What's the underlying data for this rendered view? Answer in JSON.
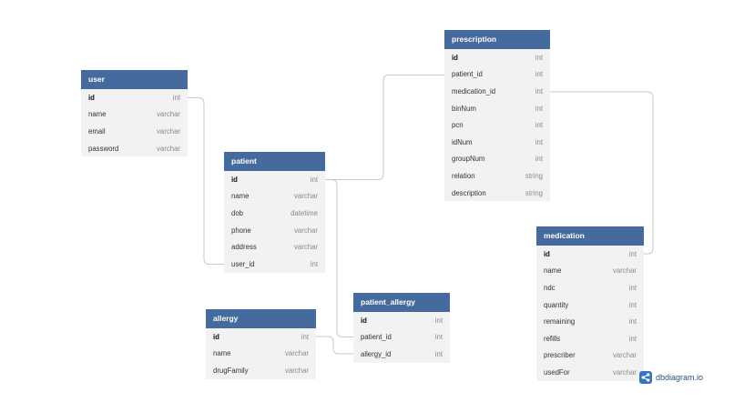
{
  "brand": {
    "text": "dbdiagram.io",
    "icon": "share-nodes-icon",
    "color": "#3a73c4"
  },
  "colors": {
    "header": "#456a9d",
    "body": "#f2f2f2",
    "line": "#c8c8c8"
  },
  "tables": [
    {
      "key": "user",
      "name": "user",
      "fields": [
        {
          "name": "id",
          "type": "int",
          "pk": true
        },
        {
          "name": "name",
          "type": "varchar"
        },
        {
          "name": "email",
          "type": "varchar"
        },
        {
          "name": "password",
          "type": "varchar"
        }
      ]
    },
    {
      "key": "patient",
      "name": "patient",
      "fields": [
        {
          "name": "id",
          "type": "int",
          "pk": true
        },
        {
          "name": "name",
          "type": "varchar"
        },
        {
          "name": "dob",
          "type": "datetime"
        },
        {
          "name": "phone",
          "type": "varchar"
        },
        {
          "name": "address",
          "type": "varchar"
        },
        {
          "name": "user_id",
          "type": "int"
        }
      ]
    },
    {
      "key": "prescription",
      "name": "prescription",
      "fields": [
        {
          "name": "id",
          "type": "int",
          "pk": true
        },
        {
          "name": "patient_id",
          "type": "int"
        },
        {
          "name": "medication_id",
          "type": "int"
        },
        {
          "name": "binNum",
          "type": "int"
        },
        {
          "name": "pcn",
          "type": "int"
        },
        {
          "name": "idNum",
          "type": "int"
        },
        {
          "name": "groupNum",
          "type": "int"
        },
        {
          "name": "relation",
          "type": "string"
        },
        {
          "name": "description",
          "type": "string"
        }
      ]
    },
    {
      "key": "medication",
      "name": "medication",
      "fields": [
        {
          "name": "id",
          "type": "int",
          "pk": true
        },
        {
          "name": "name",
          "type": "varchar"
        },
        {
          "name": "ndc",
          "type": "int"
        },
        {
          "name": "quantity",
          "type": "int"
        },
        {
          "name": "remaining",
          "type": "int"
        },
        {
          "name": "refills",
          "type": "int"
        },
        {
          "name": "prescriber",
          "type": "varchar"
        },
        {
          "name": "usedFor",
          "type": "varchar"
        }
      ]
    },
    {
      "key": "allergy",
      "name": "allergy",
      "fields": [
        {
          "name": "id",
          "type": "int",
          "pk": true
        },
        {
          "name": "name",
          "type": "varchar"
        },
        {
          "name": "drugFamily",
          "type": "varchar"
        }
      ]
    },
    {
      "key": "patient_allergy",
      "name": "patient_allergy",
      "fields": [
        {
          "name": "id",
          "type": "int",
          "pk": true
        },
        {
          "name": "patient_id",
          "type": "int"
        },
        {
          "name": "allergy_id",
          "type": "int"
        }
      ]
    }
  ],
  "relations": [
    {
      "from": "user.id",
      "to": "patient.user_id"
    },
    {
      "from": "patient.id",
      "to": "prescription.patient_id"
    },
    {
      "from": "prescription.medication_id",
      "to": "medication.id"
    },
    {
      "from": "patient.id",
      "to": "patient_allergy.patient_id"
    },
    {
      "from": "allergy.id",
      "to": "patient_allergy.allergy_id"
    }
  ]
}
